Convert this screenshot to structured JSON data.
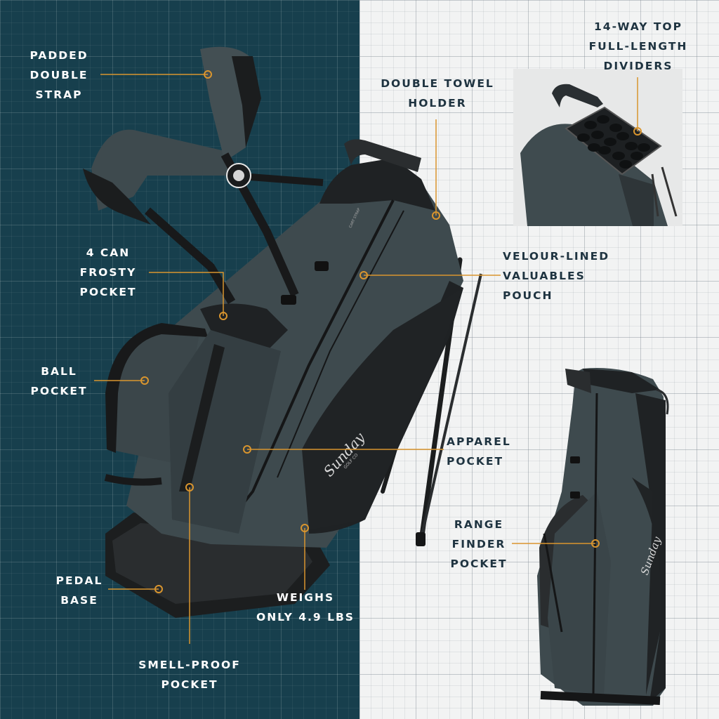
{
  "accent_color": "#d9952e",
  "background": {
    "left_color": "#173f4d",
    "right_color": "#f2f3f3"
  },
  "bag": {
    "logo_text": "Sunday",
    "logo_subtext": "GOLF CO",
    "strap_text": "CART STRAP"
  },
  "callouts": {
    "padded_double_strap": {
      "line1": "PADDED",
      "line2": "DOUBLE",
      "line3": "STRAP"
    },
    "four_can_frosty_pocket": {
      "line1": "4 CAN",
      "line2": "FROSTY",
      "line3": "POCKET"
    },
    "ball_pocket": {
      "line1": "BALL",
      "line2": "POCKET"
    },
    "pedal_base": {
      "line1": "PEDAL",
      "line2": "BASE"
    },
    "smell_proof_pocket": {
      "line1": "SMELL-PROOF",
      "line2": "POCKET"
    },
    "weighs": {
      "line1": "WEIGHS",
      "line2": "ONLY 4.9 LBS"
    },
    "double_towel_holder": {
      "line1": "DOUBLE TOWEL",
      "line2": "HOLDER"
    },
    "fourteen_way_top": {
      "line1": "14-WAY TOP",
      "line2": "FULL-LENGTH",
      "line3": "DIVIDERS"
    },
    "velour_lined_pouch": {
      "line1": "VELOUR-LINED",
      "line2": "VALUABLES",
      "line3": "POUCH"
    },
    "apparel_pocket": {
      "line1": "APPAREL",
      "line2": "POCKET"
    },
    "range_finder_pocket": {
      "line1": "RANGE",
      "line2": "FINDER",
      "line3": "POCKET"
    }
  }
}
